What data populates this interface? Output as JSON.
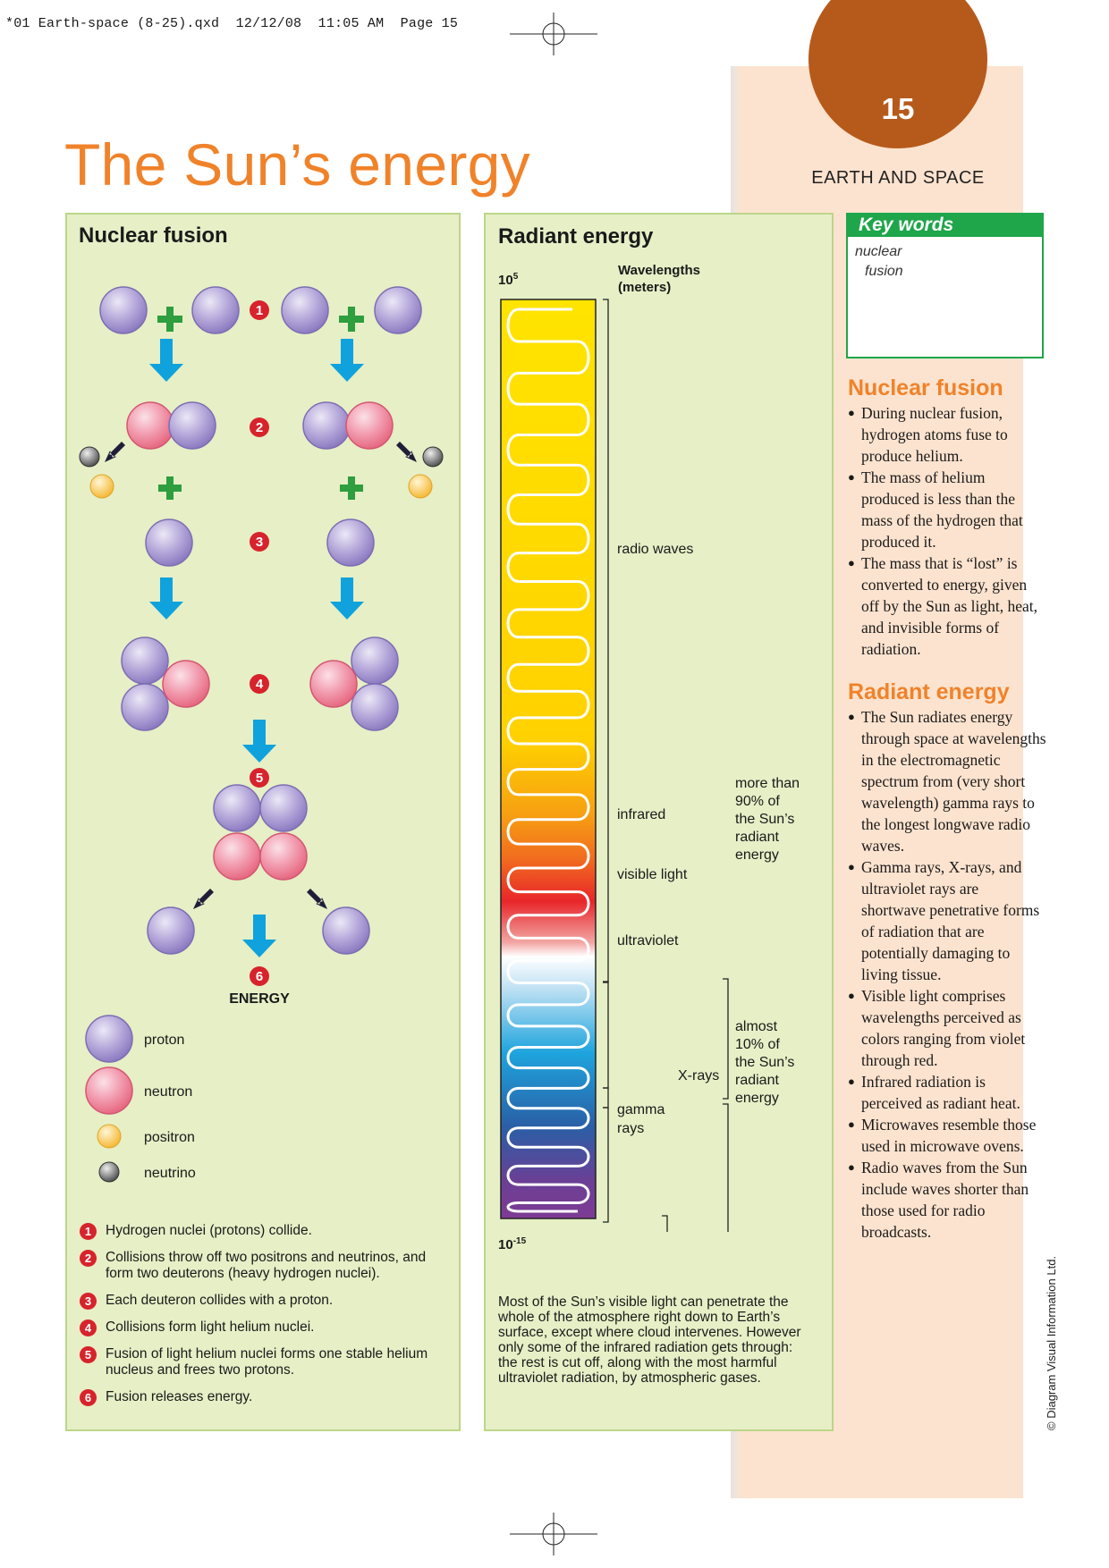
{
  "slug_line": "*01 Earth-space (8-25).qxd  12/12/08  11:05 AM  Page 15",
  "page_number": "15",
  "section": "EARTH AND SPACE",
  "title": "The Sun’s energy",
  "colors": {
    "accent_orange": "#f0822a",
    "page_tab_brown": "#b65a1b",
    "sidebar_peach": "#fce3cf",
    "panel_green": "#e6efc6",
    "keyword_green": "#1fa54a",
    "proton_purple": "#a99bd2",
    "neutron_pink": "#ef7f98",
    "arrow_blue": "#10a2dc",
    "plus_green": "#2e9e3e",
    "step_red": "#d7232c"
  },
  "fusion_panel": {
    "title": "Nuclear fusion",
    "steps": [
      "1",
      "2",
      "3",
      "4",
      "5",
      "6"
    ],
    "energy_label": "ENERGY",
    "legend": [
      {
        "label": "proton",
        "icon": "proton-icon"
      },
      {
        "label": "neutron",
        "icon": "neutron-icon"
      },
      {
        "label": "positron",
        "icon": "positron-icon"
      },
      {
        "label": "neutrino",
        "icon": "neutrino-icon"
      }
    ],
    "notes": [
      {
        "num": "1",
        "text": "Hydrogen nuclei (protons) collide."
      },
      {
        "num": "2",
        "text": "Collisions throw off two positrons and neutrinos, and form two deuterons (heavy hydrogen nuclei)."
      },
      {
        "num": "3",
        "text": "Each deuteron collides with a proton."
      },
      {
        "num": "4",
        "text": "Collisions form light helium nuclei."
      },
      {
        "num": "5",
        "text": "Fusion of light helium nuclei forms one stable helium nucleus and frees two protons."
      },
      {
        "num": "6",
        "text": "Fusion releases energy."
      }
    ]
  },
  "radiant_panel": {
    "title": "Radiant energy",
    "top_scale": "10",
    "top_exp": "5",
    "bottom_scale": "10",
    "bottom_exp": "-15",
    "axis_label_1": "Wavelengths",
    "axis_label_2": "(meters)",
    "bands": [
      "radio waves",
      "infrared",
      "visible light",
      "ultraviolet",
      "X-rays"
    ],
    "gamma_label_1": "gamma",
    "gamma_label_2": "rays",
    "group_90": [
      "more than",
      "90% of",
      "the Sun’s",
      "radiant",
      "energy"
    ],
    "group_10": [
      "almost",
      "10% of",
      "the Sun’s",
      "radiant",
      "energy"
    ],
    "caption": "Most of the Sun’s visible light can penetrate the whole of the atmosphere right down to Earth’s surface, except where cloud intervenes. However only some of the infrared radiation gets through: the rest is cut off, along with the most harmful ultraviolet radiation, by atmospheric gases."
  },
  "key_words": {
    "title": "Key words",
    "items": [
      "nuclear",
      "fusion"
    ]
  },
  "sidebar": {
    "fusion_heading": "Nuclear fusion",
    "fusion_points": [
      "During nuclear fusion, hydrogen atoms fuse to produce helium.",
      "The mass of helium produced is less than the mass of the hydrogen that produced it.",
      "The mass that is “lost” is converted to energy, given off by the Sun as light, heat, and invisible forms of radiation."
    ],
    "radiant_heading": "Radiant energy",
    "radiant_points": [
      "The Sun radiates energy through space at wavelengths in the electromagnetic spectrum from (very short wavelength) gamma rays to the longest longwave radio waves.",
      "Gamma rays, X-rays, and ultraviolet rays are shortwave penetrative forms of radiation that are potentially damaging to living tissue.",
      "Visible light comprises wavelengths perceived as colors ranging from violet through red.",
      "Infrared radiation is perceived as radiant heat.",
      "Microwaves resemble those used in microwave ovens.",
      "Radio waves from the Sun include waves shorter than those used for radio broadcasts."
    ]
  },
  "copyright": "© Diagram Visual Information Ltd."
}
